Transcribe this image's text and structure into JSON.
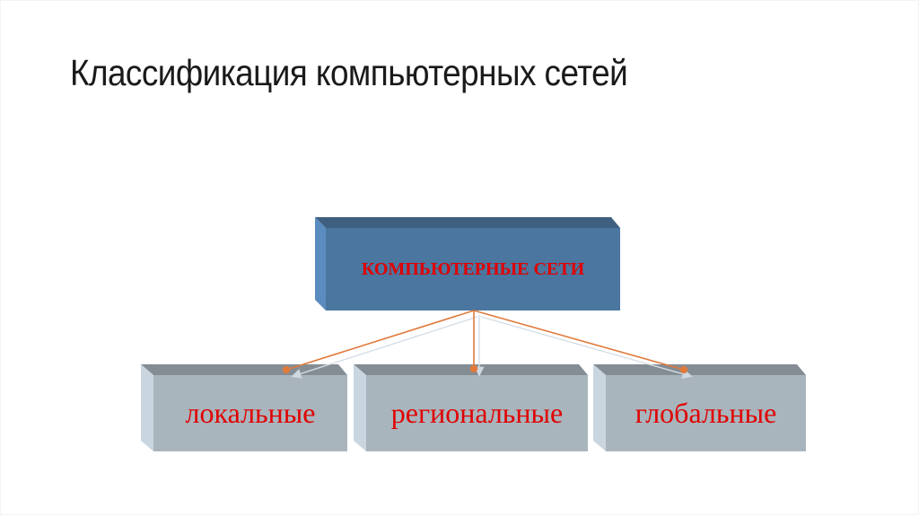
{
  "slide": {
    "title": "Классификация компьютерных сетей",
    "background": "#ffffff"
  },
  "diagram": {
    "root": {
      "label": "КОМПЬЮТЕРНЫЕ СЕТИ",
      "face_color": "#4a76a0",
      "top_color": "#3e5f80",
      "side_color": "#5b8cc0",
      "text_color": "#e00000"
    },
    "children": [
      {
        "label": "локальные"
      },
      {
        "label": "региональные"
      },
      {
        "label": "глобальные"
      }
    ],
    "child_style": {
      "face_color": "#a9b5bd",
      "top_color": "#848c94",
      "side_color": "#c9d6e0",
      "text_color": "#e00000"
    },
    "connector_color": "#e07a3c",
    "connector_shadow_color": "#cfd8e0"
  }
}
